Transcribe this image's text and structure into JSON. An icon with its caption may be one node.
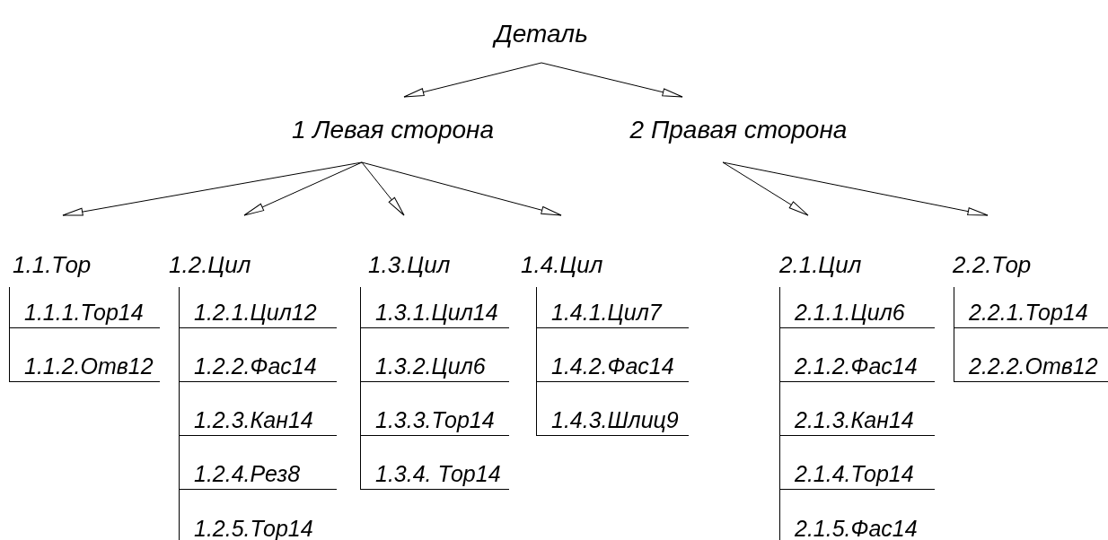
{
  "diagram": {
    "nodes": [
      {
        "text": [
          "Деталь"
        ]
      },
      {
        "text": [
          "1 Левая сторона"
        ]
      },
      {
        "text": [
          "2 Правая сторона"
        ]
      },
      {
        "text": [
          "1.1.Тор"
        ]
      },
      {
        "text": [
          "1.1.1.Тор14"
        ]
      },
      {
        "text": [
          "1.1.2.Отв12"
        ]
      },
      {
        "text": [
          "1.2.Цил"
        ]
      },
      {
        "text": [
          "1.2.1.Цил12"
        ]
      },
      {
        "text": [
          "1.2.2.Фас14"
        ]
      },
      {
        "text": [
          "1.2.3.Кан14"
        ]
      },
      {
        "text": [
          "1.2.4.Рез8"
        ]
      },
      {
        "text": [
          "1.2.5.Тор14"
        ]
      },
      {
        "text": [
          "1.3.Цил"
        ]
      },
      {
        "text": [
          "1.3.1.Цил14"
        ]
      },
      {
        "text": [
          "1.3.2.Цил6"
        ]
      },
      {
        "text": [
          "1.3.3.Тор14"
        ]
      },
      {
        "text": [
          "1.3.4. Тор14"
        ]
      },
      {
        "text": [
          "1.4.Цил"
        ]
      },
      {
        "text": [
          "1.4.1.Цил7"
        ]
      },
      {
        "text": [
          "1.4.2.Фас14"
        ]
      },
      {
        "text": [
          "1.4.3.Шлиц9"
        ]
      },
      {
        "text": [
          "2.1.Цил"
        ]
      },
      {
        "text": [
          "2.1.1.Цил6"
        ]
      },
      {
        "text": [
          "2.1.2.Фас14"
        ]
      },
      {
        "text": [
          "2.1.3.Кан14"
        ]
      },
      {
        "text": [
          "2.1.4.Тор14"
        ]
      },
      {
        "text": [
          "2.1.5.Фас14"
        ]
      },
      {
        "text": [
          "2.2.Тор"
        ]
      },
      {
        "text": [
          "2.2.1.Тор14"
        ]
      },
      {
        "text": [
          "2.2.2.Отв12"
        ]
      }
    ],
    "edges": [
      {
        "from": 0,
        "to": 1,
        "arrow": "to"
      },
      {
        "from": 0,
        "to": 2,
        "arrow": "to"
      },
      {
        "from": 1,
        "to": 3,
        "arrow": "to"
      },
      {
        "from": 1,
        "to": 6,
        "arrow": "to"
      },
      {
        "from": 1,
        "to": 12,
        "arrow": "to"
      },
      {
        "from": 1,
        "to": 17,
        "arrow": "to"
      },
      {
        "from": 2,
        "to": 21,
        "arrow": "to"
      },
      {
        "from": 2,
        "to": 27,
        "arrow": "to"
      }
    ]
  }
}
